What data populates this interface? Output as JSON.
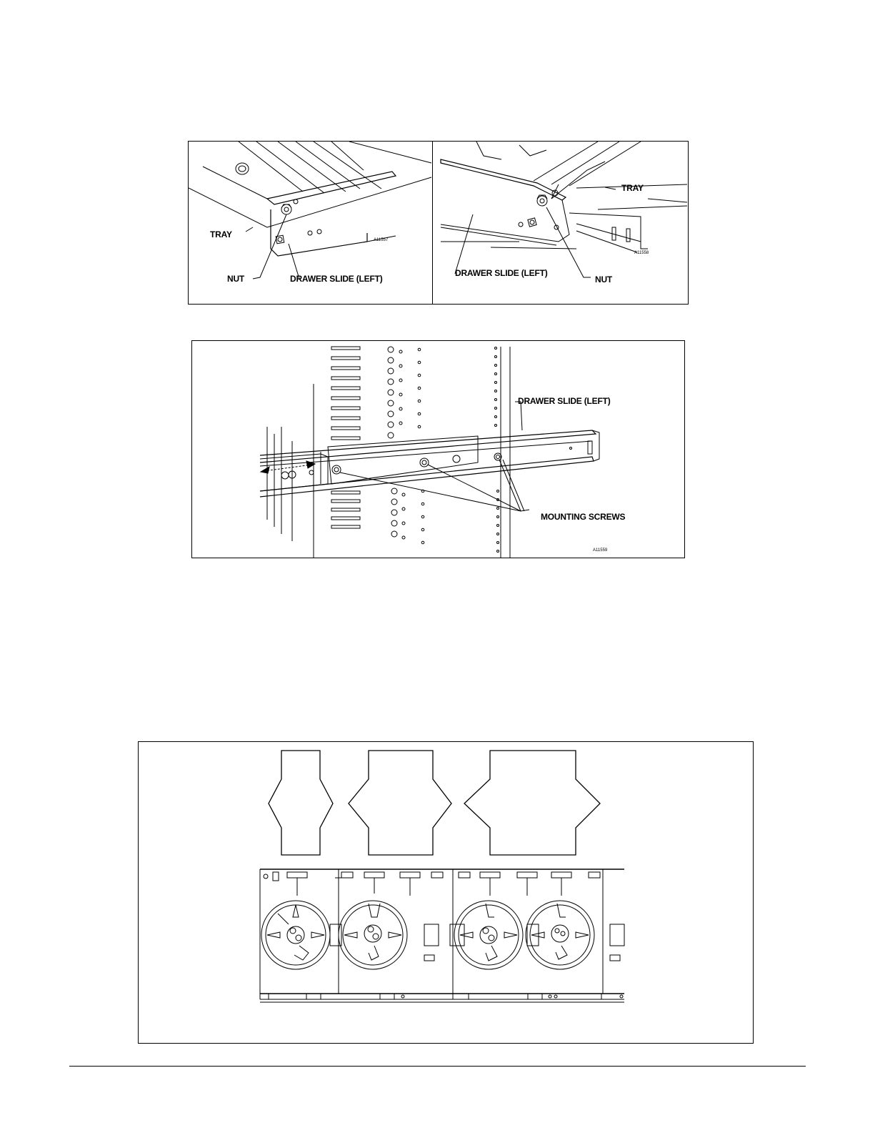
{
  "figure1": {
    "left": {
      "labels": {
        "tray": "TRAY",
        "nut": "NUT",
        "slide": "DRAWER SLIDE (LEFT)"
      },
      "code": "A11557"
    },
    "right": {
      "labels": {
        "tray": "TRAY",
        "nut": "NUT",
        "slide": "DRAWER SLIDE (LEFT)"
      },
      "code": "A11558"
    }
  },
  "figure2": {
    "labels": {
      "slide": "DRAWER SLIDE (LEFT)",
      "screws": "MOUNTING SCREWS"
    },
    "code": "A11559"
  },
  "figure3": {
    "fan_count": 4,
    "airflow_arrow_count": 3
  }
}
